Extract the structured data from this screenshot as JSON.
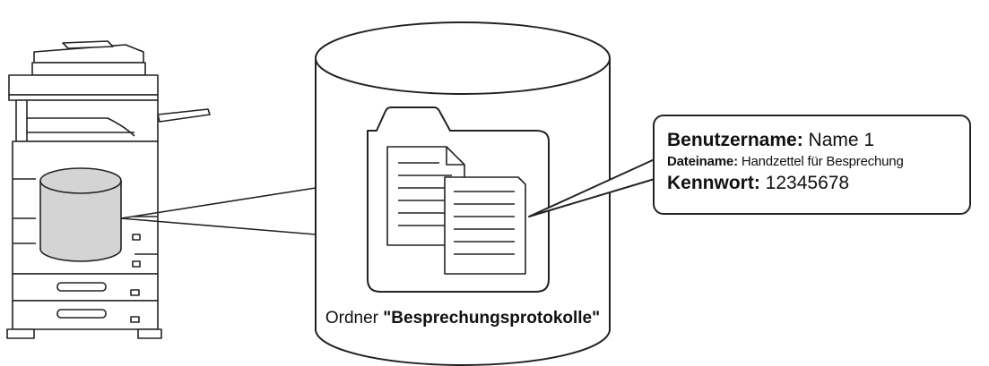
{
  "callout": {
    "user_label": "Benutzername:",
    "user_value": "Name 1",
    "file_label": "Dateiname:",
    "file_value": "Handzettel für Besprechung",
    "password_label": "Kennwort:",
    "password_value": "12345678"
  },
  "folder": {
    "prefix": "Ordner ",
    "quote_open": "\"",
    "name": "Besprechungsprotokolle",
    "quote_close": "\""
  }
}
